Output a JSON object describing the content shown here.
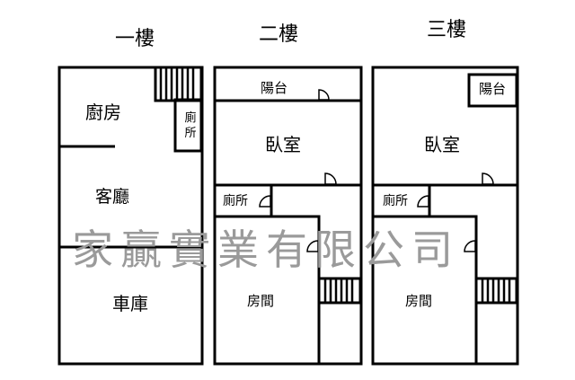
{
  "floors": [
    {
      "title": "一樓",
      "rooms": {
        "kitchen": "廚房",
        "toilet_1": "廁",
        "toilet_2": "所",
        "living": "客廳",
        "garage": "車庫"
      }
    },
    {
      "title": "二樓",
      "rooms": {
        "balcony": "陽台",
        "bedroom": "臥室",
        "toilet": "廁所",
        "room": "房間"
      }
    },
    {
      "title": "三樓",
      "rooms": {
        "balcony": "陽台",
        "bedroom": "臥室",
        "toilet": "廁所",
        "room": "房間"
      }
    }
  ],
  "watermark": "家贏實業有限公司"
}
